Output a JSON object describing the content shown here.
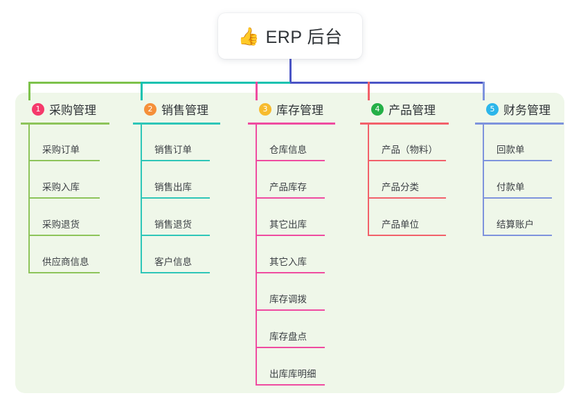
{
  "diagram": {
    "root": {
      "icon": "thumbs-up-emoji",
      "icon_glyph": "👍",
      "title": "ERP 后台"
    },
    "panel_color": "#eff7e9",
    "connector_segments": [
      {
        "name": "left-green",
        "color": "#7dc24b"
      },
      {
        "name": "mid-teal",
        "color": "#12c2b0"
      },
      {
        "name": "right-indigo",
        "color": "#4b55c6"
      }
    ],
    "columns": [
      {
        "number": "1",
        "title": "采购管理",
        "badge_color": "#f5396b",
        "line_color": "#8dc45a",
        "drop_color": "#7dc24b",
        "items": [
          "采购订单",
          "采购入库",
          "采购退货",
          "供应商信息"
        ]
      },
      {
        "number": "2",
        "title": "销售管理",
        "badge_color": "#f5903a",
        "line_color": "#2ec6b8",
        "drop_color": "#12c2b0",
        "items": [
          "销售订单",
          "销售出库",
          "销售退货",
          "客户信息"
        ]
      },
      {
        "number": "3",
        "title": "库存管理",
        "badge_color": "#f7bb2e",
        "line_color": "#ef4ba0",
        "drop_color": "#ef4ba0",
        "items": [
          "仓库信息",
          "产品库存",
          "其它出库",
          "其它入库",
          "库存调拨",
          "库存盘点",
          "出库库明细"
        ]
      },
      {
        "number": "4",
        "title": "产品管理",
        "badge_color": "#24b047",
        "line_color": "#f2606a",
        "drop_color": "#f2606a",
        "items": [
          "产品（物料）",
          "产品分类",
          "产品单位"
        ]
      },
      {
        "number": "5",
        "title": "财务管理",
        "badge_color": "#2cb6ea",
        "line_color": "#7e93dd",
        "drop_color": "#7e93dd",
        "items": [
          "回款单",
          "付款单",
          "结算账户"
        ]
      }
    ]
  }
}
